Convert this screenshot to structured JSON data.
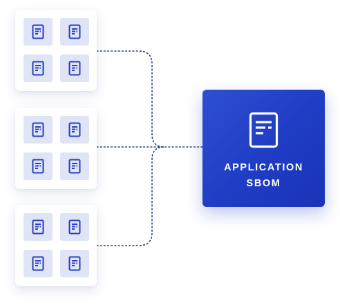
{
  "sbom_card": {
    "line1": "APPLICATION",
    "line2": "SBOM"
  },
  "icons": {
    "document": "document-icon",
    "connector": "dotted-connector"
  },
  "colors": {
    "card_gradient_start": "#2f4fd1",
    "card_gradient_end": "#1a34b6",
    "tile_background": "#dfe4f7",
    "icon_stroke": "#2a3fbf",
    "connector": "#2c3f8f"
  },
  "source_groups": [
    {
      "name": "group-1",
      "documents": 4
    },
    {
      "name": "group-2",
      "documents": 4
    },
    {
      "name": "group-3",
      "documents": 4
    }
  ]
}
